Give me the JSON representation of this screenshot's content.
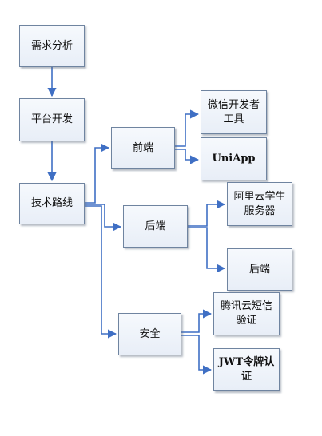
{
  "nodes": {
    "requirements": "需求分析",
    "platform": "平台开发",
    "tech_route": "技术路线",
    "frontend": "前端",
    "wechat_tools": "微信开发者工具",
    "uniapp": "UniApp",
    "backend": "后端",
    "aliyun_server": "阿里云学生服务器",
    "backend_leaf": "后端",
    "security": "安全",
    "tencent_sms": "腾讯云短信验证",
    "jwt_auth": "JWT令牌认证"
  },
  "colors": {
    "connector": "#3f6fc4",
    "box_border": "#6f84a0",
    "box_fill": "#eef3fa"
  }
}
